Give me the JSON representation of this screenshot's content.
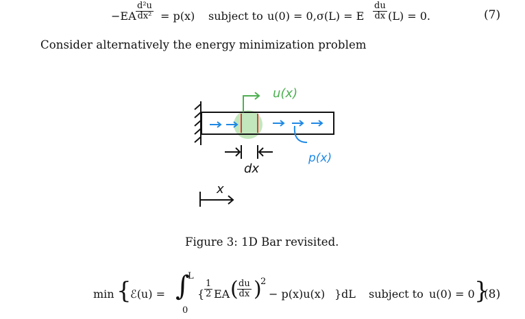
{
  "equation7": {
    "lhs_prefix": "−EA",
    "frac1_num": "d²u",
    "frac1_den": "dx²",
    "rhs1": "= p(x)",
    "subject_to": "subject to",
    "bc1": "u(0) = 0,",
    "bc2_lhs": "σ(L) = E",
    "frac2_num": "du",
    "frac2_den": "dx",
    "bc2_rhs": "(L) = 0.",
    "number": "(7)"
  },
  "paragraph": "Consider alternatively the energy minimization problem",
  "figure": {
    "labels": {
      "u_of_x": "u(x)",
      "p_of_x": "p(x)",
      "dx": "dx",
      "x_axis": "x"
    },
    "colors": {
      "ink": "#111111",
      "green": "#4caf50",
      "green_highlight": "#b9e3b0",
      "blue": "#1e88e5",
      "red": "#e53935"
    }
  },
  "caption": "Figure 3: 1D Bar revisited.",
  "equation8": {
    "min": "min",
    "energy": "ℰ(u) =",
    "integral_upper": "L",
    "integral_lower": "0",
    "half_num": "1",
    "half_den": "2",
    "ea": "EA",
    "du_num": "du",
    "du_den": "dx",
    "power": "2",
    "rest": "− p(x)u(x)",
    "dL": "dL",
    "subject_to": "subject to",
    "bc": "u(0) = 0",
    "number": "(8)"
  }
}
